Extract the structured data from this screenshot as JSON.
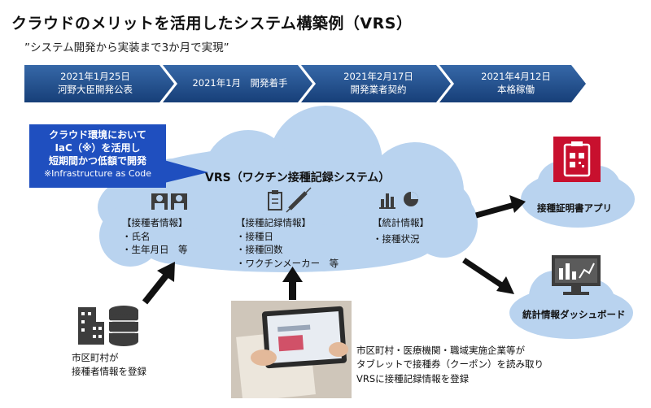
{
  "title": "クラウドのメリットを活用したシステム構築例（VRS）",
  "subtitle": "”システム開発から実装まで3か月で実現”",
  "timeline": [
    {
      "line1": "2021年1月25日",
      "line2": "河野大臣開発公表"
    },
    {
      "line1": "2021年1月　開発着手",
      "line2": ""
    },
    {
      "line1": "2021年2月17日",
      "line2": "開発業者契約"
    },
    {
      "line1": "2021年4月12日",
      "line2": "本格稼働"
    }
  ],
  "callout": {
    "line1": "クラウド環境において",
    "line2": "IaC（※）を活用し",
    "line3": "短期間かつ低額で開発",
    "note": "※Infrastructure as Code"
  },
  "vrs_title": "VRS（ワクチン接種記録システム）",
  "sections": {
    "registrant": {
      "heading": "【接種者情報】",
      "items": [
        "・氏名",
        "・生年月日　等"
      ]
    },
    "record": {
      "heading": "【接種記録情報】",
      "items": [
        "・接種日",
        "・接種回数",
        "・ワクチンメーカー　等"
      ]
    },
    "stats": {
      "heading": "【統計情報】",
      "items": [
        "・接種状況"
      ]
    }
  },
  "outputs": {
    "app": "接種証明書アプリ",
    "dashboard": "統計情報ダッシュボード"
  },
  "municipality": {
    "line1": "市区町村が",
    "line2": "接種者情報を登録"
  },
  "tablet_caption": {
    "line1": "市区町村・医療機関・職域実施企業等が",
    "line2": "タブレットで接種券（クーポン）を読み取り",
    "line3": "VRSに接種記録情報を登録"
  },
  "colors": {
    "chevron": "#1f4e8c",
    "cloud": "#b9d3ef",
    "callout": "#1f4fbf",
    "app_icon": "#c8102e",
    "arrow": "#111111"
  },
  "icons": {
    "registrant": "people-icon",
    "record": "clipboard-syringe-icon",
    "stats": "chart-icon",
    "municipality": "building-database-icon",
    "app": "qr-certificate-icon",
    "dashboard": "monitor-dashboard-icon"
  }
}
